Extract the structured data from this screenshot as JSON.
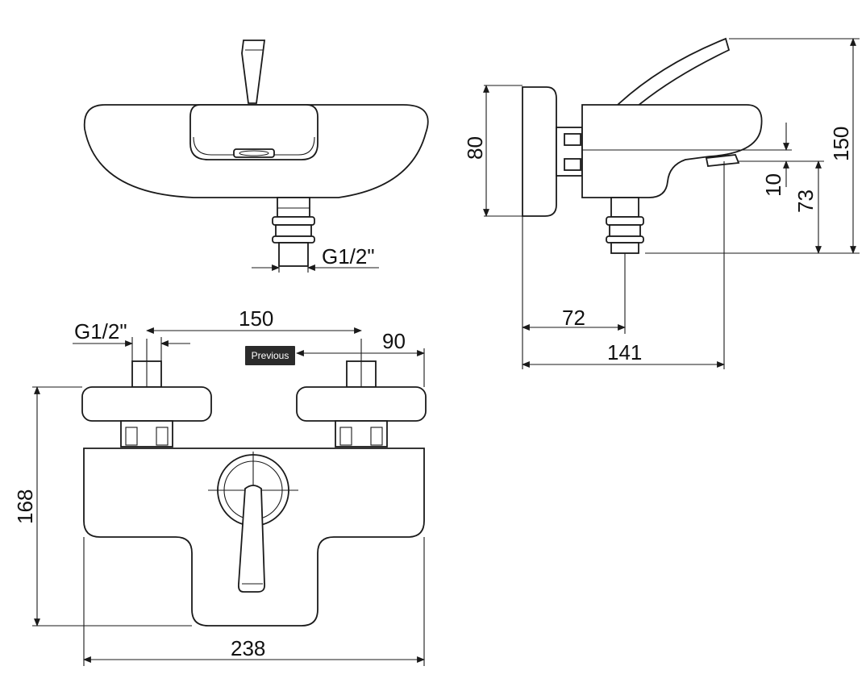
{
  "dimensions": {
    "front_thread": "G1/2\"",
    "side_height": "80",
    "side_total_height": "150",
    "side_spout_offset": "10",
    "side_outlet_height": "73",
    "side_depth_inlet": "72",
    "side_depth_total": "141",
    "top_thread": "G1/2\"",
    "top_inlet_spacing": "150",
    "top_inlet_offset": "90",
    "top_height": "168",
    "top_width": "238"
  },
  "ui": {
    "previous_label": "Previous"
  },
  "colors": {
    "line": "#1a1a1a",
    "tooltip_bg": "#2b2b2b",
    "tooltip_text": "#ffffff"
  }
}
